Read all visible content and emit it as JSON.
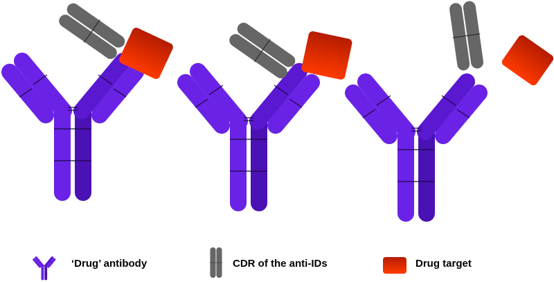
{
  "legend": {
    "antibody": "‘Drug’ antibody",
    "cdr": "CDR of the anti-IDs",
    "target": "Drug target"
  },
  "colors": {
    "antibody_light": "#6a22e6",
    "antibody_dark": "#4a12b4",
    "cdr": "#666666",
    "target": "#e03000"
  }
}
